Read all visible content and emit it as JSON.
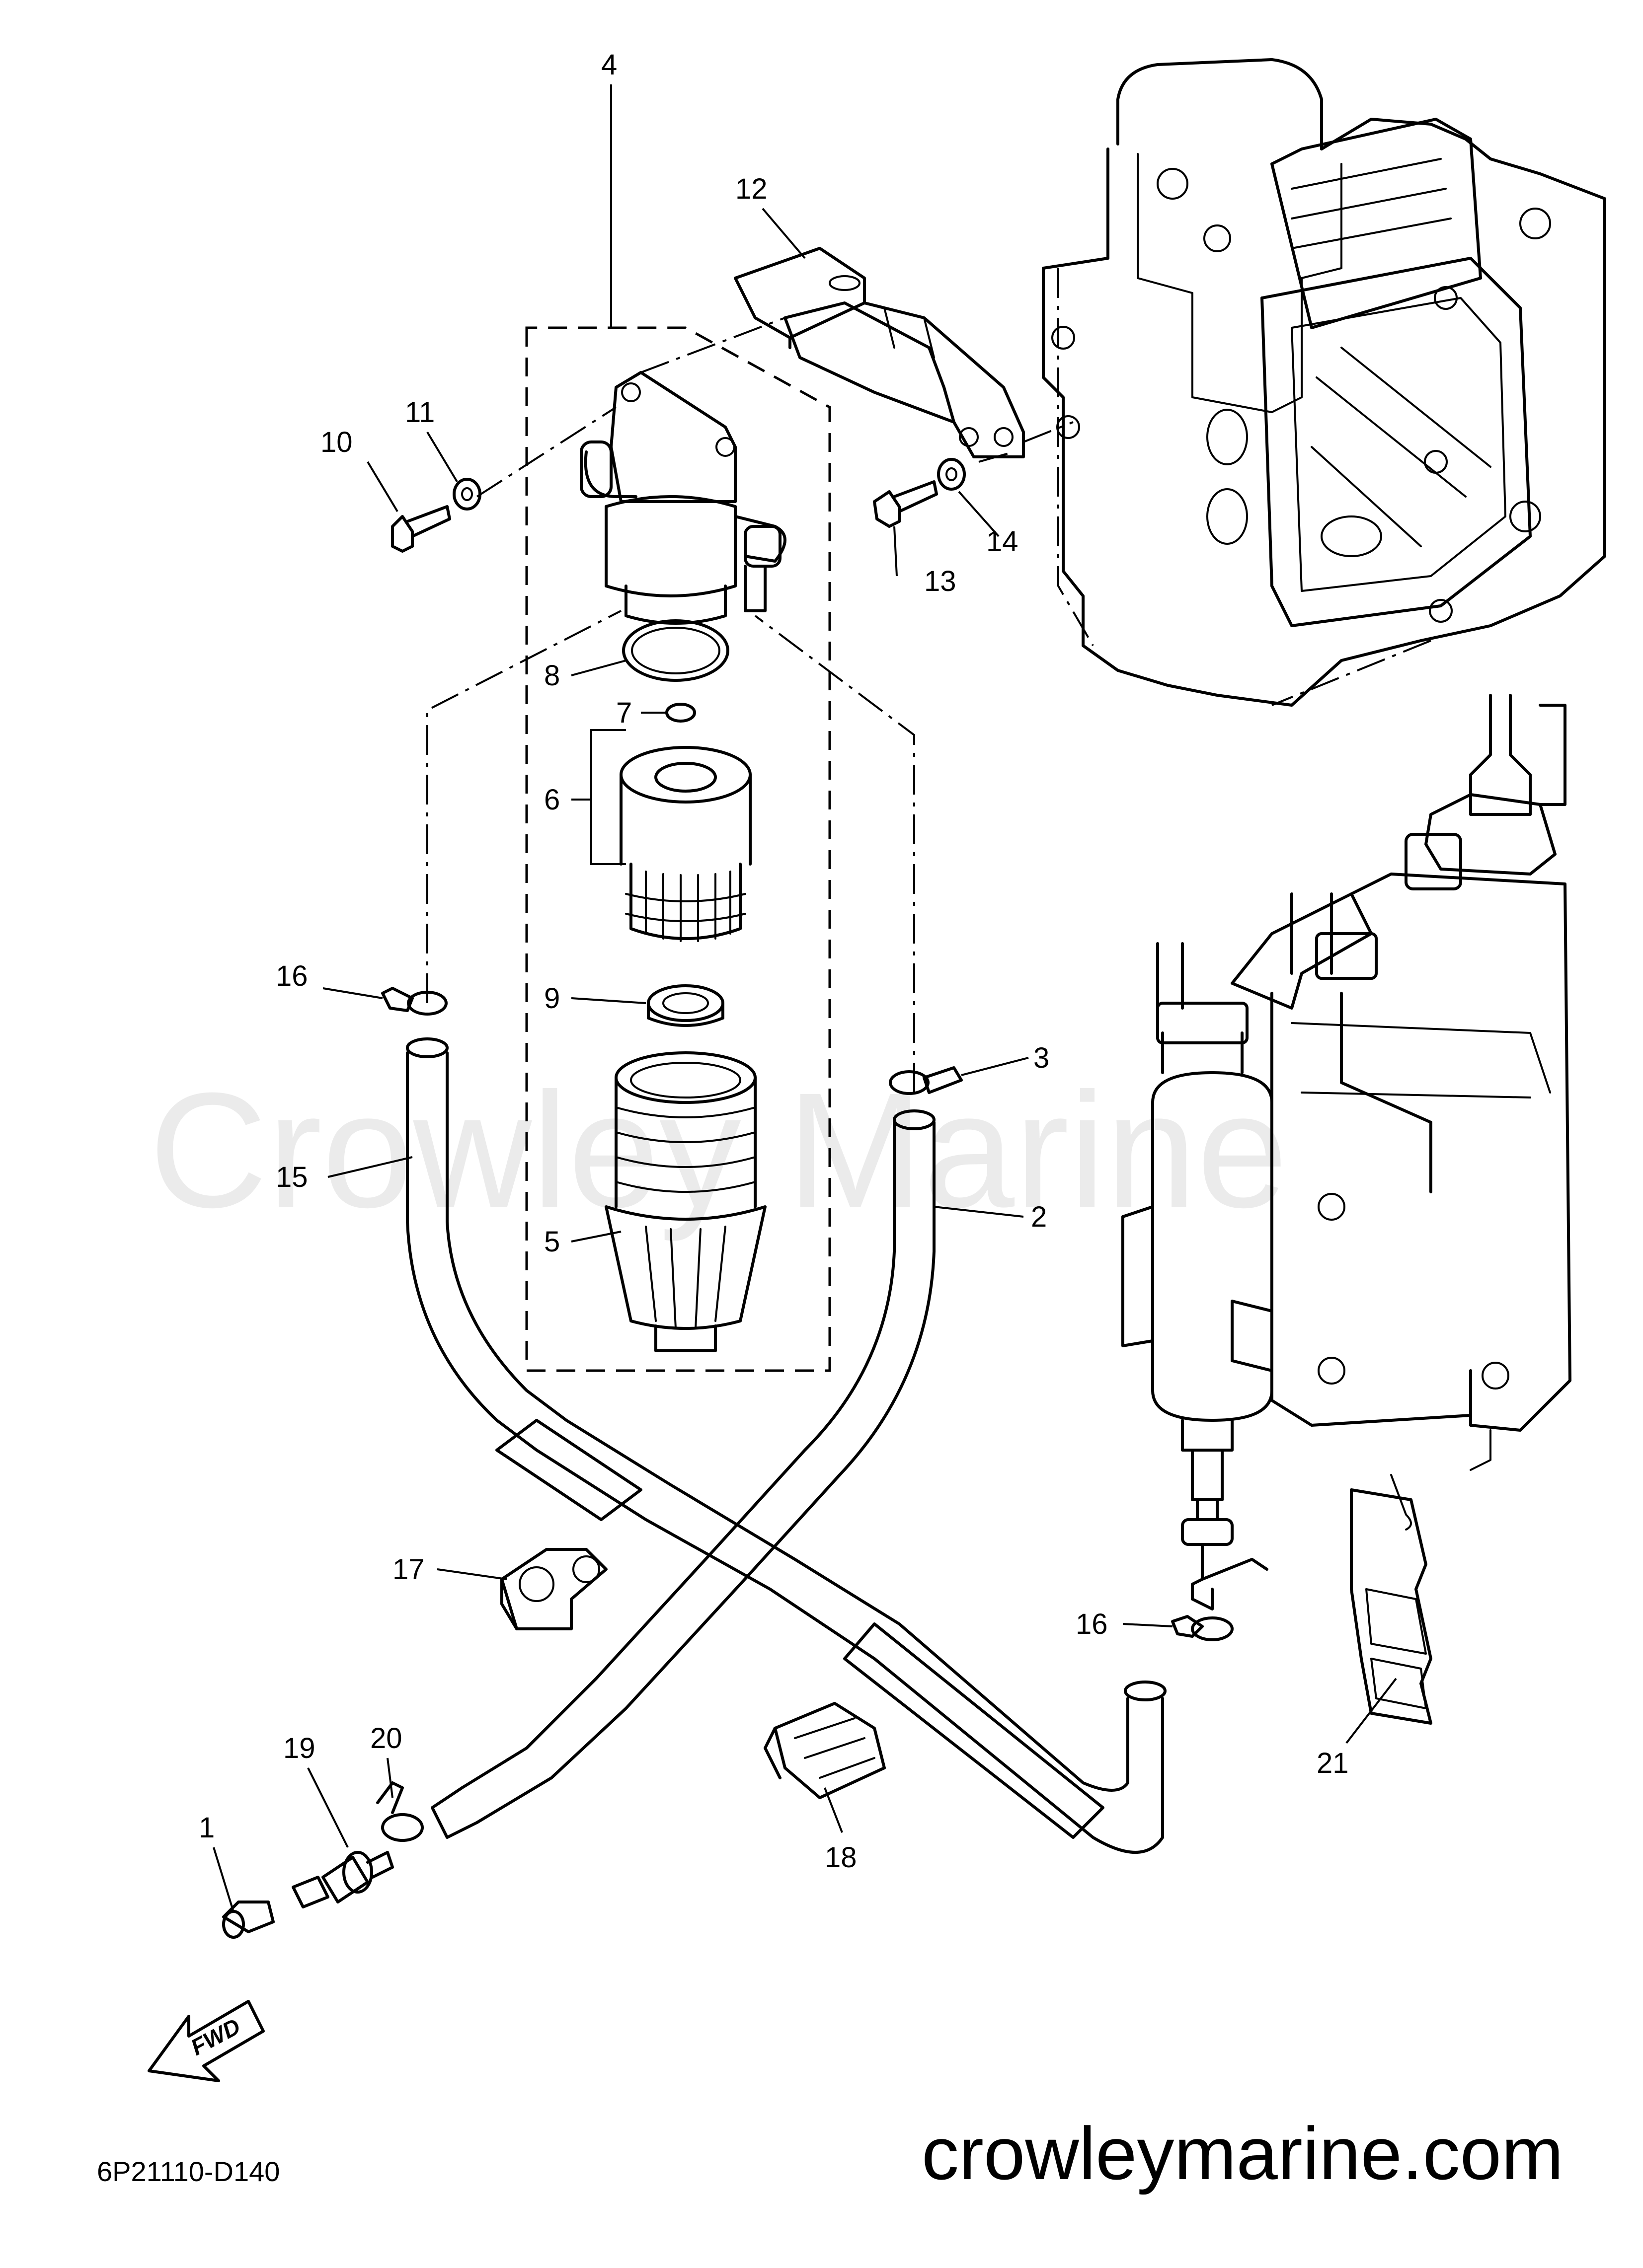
{
  "watermark": "Crowley Marine",
  "website": "crowleymarine.com",
  "drawing_code": "6P21110-D140",
  "fwd_label": "FWD",
  "callouts": {
    "c1": "1",
    "c2": "2",
    "c3": "3",
    "c4": "4",
    "c5": "5",
    "c6": "6",
    "c7": "7",
    "c8": "8",
    "c9": "9",
    "c10": "10",
    "c11": "11",
    "c12": "12",
    "c13": "13",
    "c14": "14",
    "c15": "15",
    "c16a": "16",
    "c16b": "16",
    "c17": "17",
    "c18": "18",
    "c19": "19",
    "c20": "20",
    "c21": "21"
  }
}
